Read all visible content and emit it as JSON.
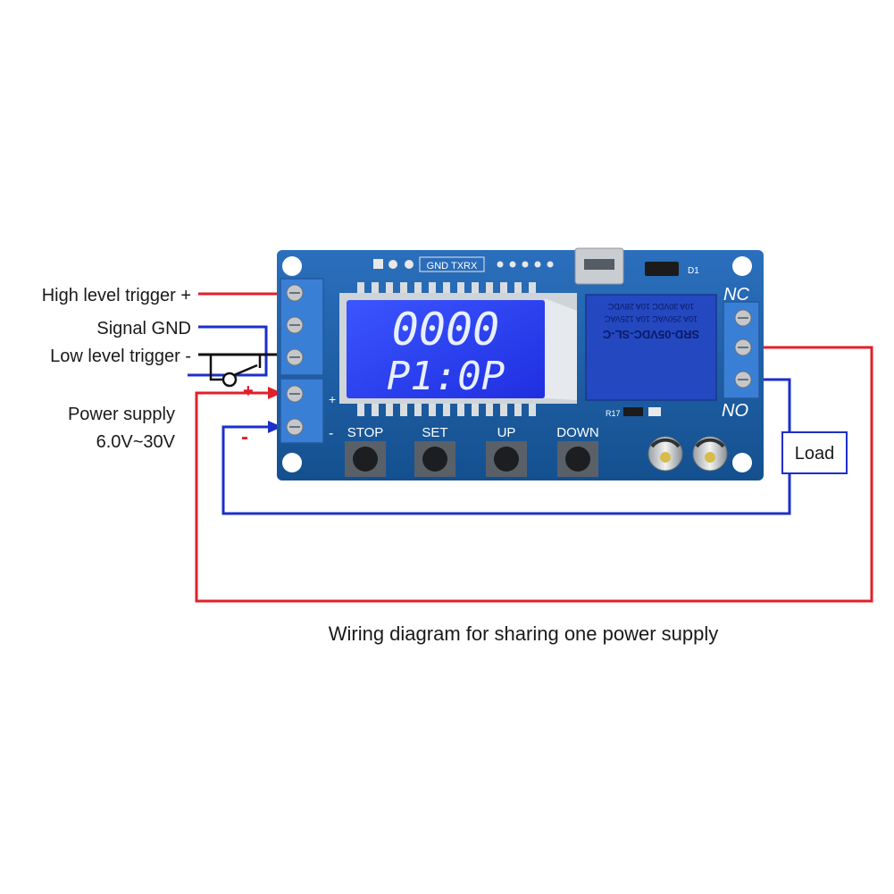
{
  "labels": {
    "high_trigger": "High level trigger +",
    "signal_gnd": "Signal GND",
    "low_trigger": "Low level trigger -",
    "power_supply": "Power supply",
    "power_range": "6.0V~30V",
    "plus": "+",
    "minus": "-",
    "load": "Load",
    "caption": "Wiring diagram for sharing one power supply"
  },
  "board": {
    "header_label": "GND TXRX",
    "diode_label": "D1",
    "resistor_label": "R17",
    "nc_label": "NC",
    "no_label": "NO",
    "board_plus": "+",
    "board_minus": "-",
    "buttons": [
      {
        "label": "STOP"
      },
      {
        "label": "SET"
      },
      {
        "label": "UP"
      },
      {
        "label": "DOWN"
      }
    ],
    "lcd": {
      "line1": "0000",
      "line2": "P1:0P"
    },
    "relay": {
      "model": "SRD-05VDC-SL-C",
      "spec1": "10A 250VAC  10A 125VAC",
      "spec2": "10A 30VDC   10A 28VDC"
    }
  },
  "colors": {
    "red_wire": "#e0202a",
    "blue_wire": "#1c2fc8",
    "black_wire": "#111111",
    "pcb": "#1d5fa8",
    "lcd": "#2a3cff",
    "relay": "#2448c0",
    "terminal": "#3a7fd6"
  }
}
